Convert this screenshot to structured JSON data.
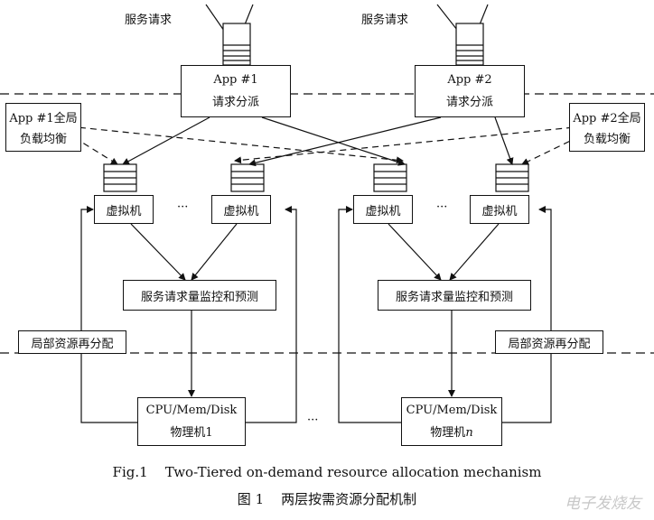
{
  "labels": {
    "service_request": "服务请求",
    "app1": "App #1",
    "app2": "App #2",
    "dispatch": "请求分派",
    "app1_global_lb": [
      "App #1全局",
      "负载均衡"
    ],
    "app2_global_lb": [
      "App #2全局",
      "负载均衡"
    ],
    "vm": "虚拟机",
    "ellipsis": "···",
    "monitor": "服务请求量监控和预测",
    "local_realloc": "局部资源再分配",
    "cpu_mem_disk": "CPU/Mem/Disk",
    "pm1": "物理机1",
    "pmn_prefix": "物理机",
    "pmn_suffix": "n"
  },
  "caption": {
    "en": "Fig.1    Two-Tiered on-demand resource allocation mechanism",
    "zh": "图 1    两层按需资源分配机制"
  },
  "watermark": "电子发烧友"
}
